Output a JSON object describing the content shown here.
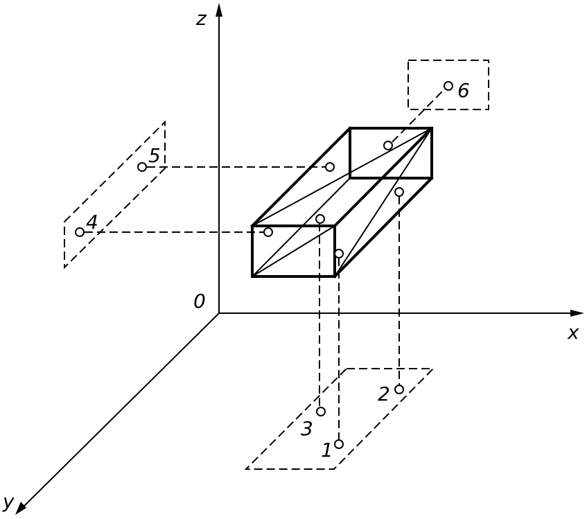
{
  "axes": {
    "x_label": "x",
    "y_label": "y",
    "z_label": "z",
    "origin_label": "0"
  },
  "points": {
    "p1": "1",
    "p2": "2",
    "p3": "3",
    "p4": "4",
    "p5": "5",
    "p6": "6"
  }
}
